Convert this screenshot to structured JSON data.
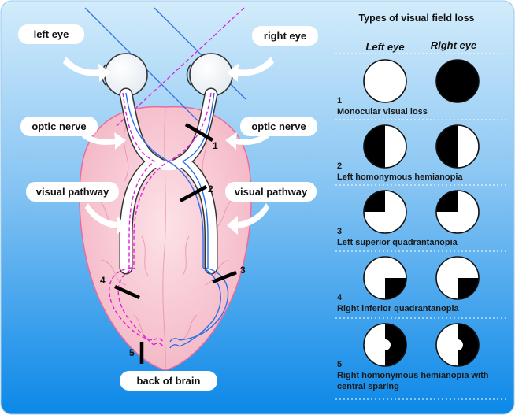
{
  "labels": {
    "left_eye": "left eye",
    "right_eye": "right eye",
    "optic_nerve_left": "optic nerve",
    "optic_nerve_right": "optic nerve",
    "visual_pathway_left": "visual pathway",
    "visual_pathway_right": "visual pathway",
    "back_of_brain": "back of brain"
  },
  "lesion_markers": [
    "1",
    "2",
    "3",
    "4",
    "5"
  ],
  "panel": {
    "title": "Types of visual field loss",
    "left_col": "Left eye",
    "right_col": "Right eye",
    "rows": [
      {
        "number": "1",
        "line1": "Monocular visual loss",
        "line2": "",
        "left": "clear",
        "right": "full"
      },
      {
        "number": "2",
        "line1": "Left homonymous hemianopia",
        "line2": "",
        "left": "left-half",
        "right": "left-half"
      },
      {
        "number": "3",
        "line1": "Left superior quadrantanopia",
        "line2": "",
        "left": "upper-left",
        "right": "upper-left"
      },
      {
        "number": "4",
        "line1": "Right inferior quadrantanopia",
        "line2": "",
        "left": "lower-right",
        "right": "lower-right"
      },
      {
        "number": "5",
        "line1": "Right homonymous hemianopia with",
        "line2": "central sparing",
        "left": "right-half-spared",
        "right": "right-half-spared"
      }
    ]
  },
  "colors": {
    "background_top": "#d3ecfb",
    "background_bottom": "#0b88e8",
    "brain_fill": "#f7c7d2",
    "brain_outline": "#ee6a9a",
    "left_pathway": "#e020d8",
    "right_pathway": "#2d6fe6",
    "field_loss": "#000000"
  }
}
